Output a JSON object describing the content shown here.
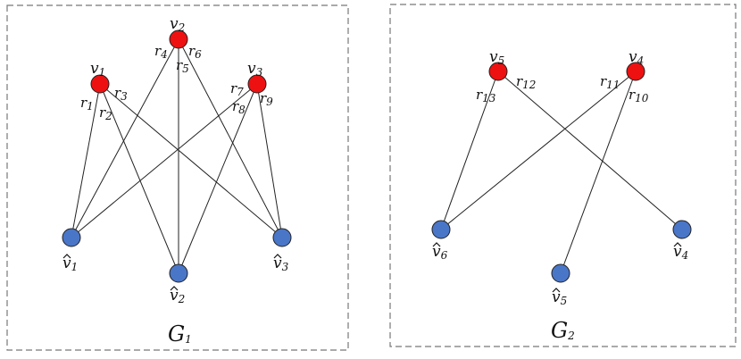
{
  "graphs": [
    {
      "title": {
        "base": "G",
        "sub": "1"
      },
      "nodes": [
        {
          "id": "v2",
          "base": "v",
          "sub": "2",
          "hat": false,
          "color": "#ee1111"
        },
        {
          "id": "v1",
          "base": "v",
          "sub": "1",
          "hat": false,
          "color": "#ee1111"
        },
        {
          "id": "v3",
          "base": "v",
          "sub": "3",
          "hat": false,
          "color": "#ee1111"
        },
        {
          "id": "w1",
          "base": "v",
          "sub": "1",
          "hat": true,
          "color": "#4a76c8"
        },
        {
          "id": "w2",
          "base": "v",
          "sub": "2",
          "hat": true,
          "color": "#4a76c8"
        },
        {
          "id": "w3",
          "base": "v",
          "sub": "3",
          "hat": true,
          "color": "#4a76c8"
        }
      ],
      "edges": [
        {
          "from": "v1",
          "to": "w1",
          "label": {
            "base": "r",
            "sub": "1"
          }
        },
        {
          "from": "v1",
          "to": "w2",
          "label": {
            "base": "r",
            "sub": "2"
          }
        },
        {
          "from": "v1",
          "to": "w3",
          "label": {
            "base": "r",
            "sub": "3"
          }
        },
        {
          "from": "v2",
          "to": "w1",
          "label": {
            "base": "r",
            "sub": "4"
          }
        },
        {
          "from": "v2",
          "to": "w2",
          "label": {
            "base": "r",
            "sub": "5"
          }
        },
        {
          "from": "v2",
          "to": "w3",
          "label": {
            "base": "r",
            "sub": "6"
          }
        },
        {
          "from": "v3",
          "to": "w1",
          "label": {
            "base": "r",
            "sub": "7"
          }
        },
        {
          "from": "v3",
          "to": "w2",
          "label": {
            "base": "r",
            "sub": "8"
          }
        },
        {
          "from": "v3",
          "to": "w3",
          "label": {
            "base": "r",
            "sub": "9"
          }
        }
      ]
    },
    {
      "title": {
        "base": "G",
        "sub": "2"
      },
      "nodes": [
        {
          "id": "v5",
          "base": "v",
          "sub": "5",
          "hat": false,
          "color": "#ee1111"
        },
        {
          "id": "v4",
          "base": "v",
          "sub": "4",
          "hat": false,
          "color": "#ee1111"
        },
        {
          "id": "w6",
          "base": "v",
          "sub": "6",
          "hat": true,
          "color": "#4a76c8"
        },
        {
          "id": "w5",
          "base": "v",
          "sub": "5",
          "hat": true,
          "color": "#4a76c8"
        },
        {
          "id": "w4",
          "base": "v",
          "sub": "4",
          "hat": true,
          "color": "#4a76c8"
        }
      ],
      "edges": [
        {
          "from": "v5",
          "to": "w6",
          "label": {
            "base": "r",
            "sub": "13"
          }
        },
        {
          "from": "v5",
          "to": "w4",
          "label": {
            "base": "r",
            "sub": "12"
          }
        },
        {
          "from": "v4",
          "to": "w6",
          "label": {
            "base": "r",
            "sub": "11"
          }
        },
        {
          "from": "v4",
          "to": "w5",
          "label": {
            "base": "r",
            "sub": "10"
          }
        }
      ]
    }
  ]
}
